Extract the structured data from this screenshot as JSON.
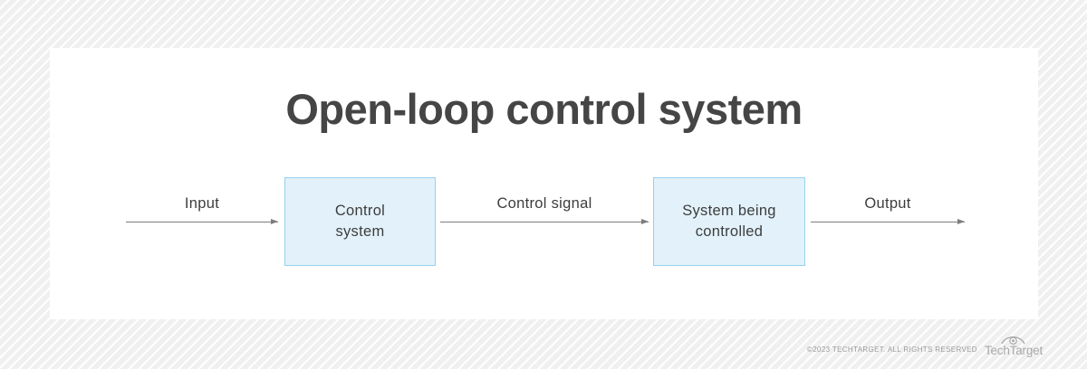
{
  "title": "Open-loop control system",
  "diagram": {
    "type": "flow",
    "sequence": [
      {
        "kind": "arrow",
        "label": "Input"
      },
      {
        "kind": "box",
        "label": "Control system",
        "lines": [
          "Control",
          "system"
        ]
      },
      {
        "kind": "arrow",
        "label": "Control signal"
      },
      {
        "kind": "box",
        "label": "System being controlled",
        "lines": [
          "System being",
          "controlled"
        ]
      },
      {
        "kind": "arrow",
        "label": "Output"
      }
    ]
  },
  "footer": {
    "copyright": "©2023 TECHTARGET. ALL RIGHTS RESERVED",
    "logo_text": "TechTarget",
    "logo_icon": "eye-icon"
  },
  "colors": {
    "box_fill": "#e2f1fa",
    "box_border": "#96d1ed",
    "arrow": "#7d7d7d",
    "title_text": "#454545",
    "label_text": "#3d3d3d",
    "stripe_gray": "#f0f0f1",
    "stripe_white": "#ffffff",
    "footer_text_gray": "#9b9b9b",
    "logo_gray": "#a8a8a8"
  }
}
